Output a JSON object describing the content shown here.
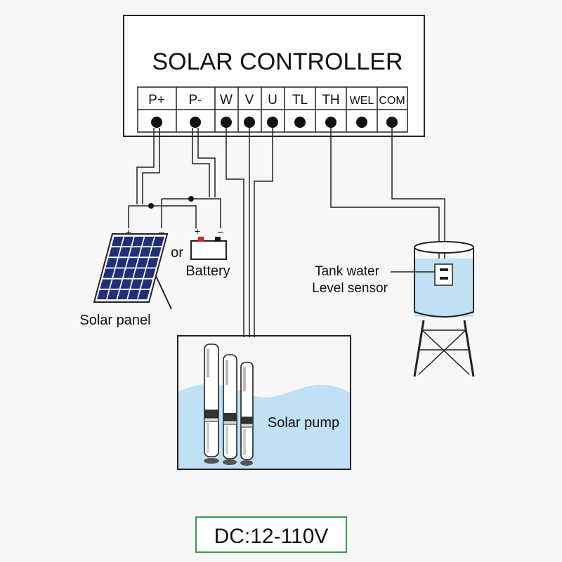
{
  "controller": {
    "title": "SOLAR CONTROLLER",
    "terminals": [
      "P+",
      "P-",
      "W",
      "V",
      "U",
      "TL",
      "TH",
      "WEL",
      "COM"
    ]
  },
  "solar_panel": {
    "label": "Solar panel",
    "plus": "+",
    "minus": "–"
  },
  "battery": {
    "or_label": "or",
    "label": "Battery",
    "plus": "+",
    "minus": "–"
  },
  "tank": {
    "sensor_label_line1": "Tank water",
    "sensor_label_line2": "Level sensor"
  },
  "pump": {
    "label": "Solar pump"
  },
  "voltage": {
    "label": "DC:12-110V"
  },
  "colors": {
    "line": "#222222",
    "water": "#bfe1f3",
    "water_edge": "#9fd0ec",
    "panel_cell": "#1f2f7a",
    "battery_red": "#e02020",
    "voltage_border": "#3d9a4d"
  }
}
